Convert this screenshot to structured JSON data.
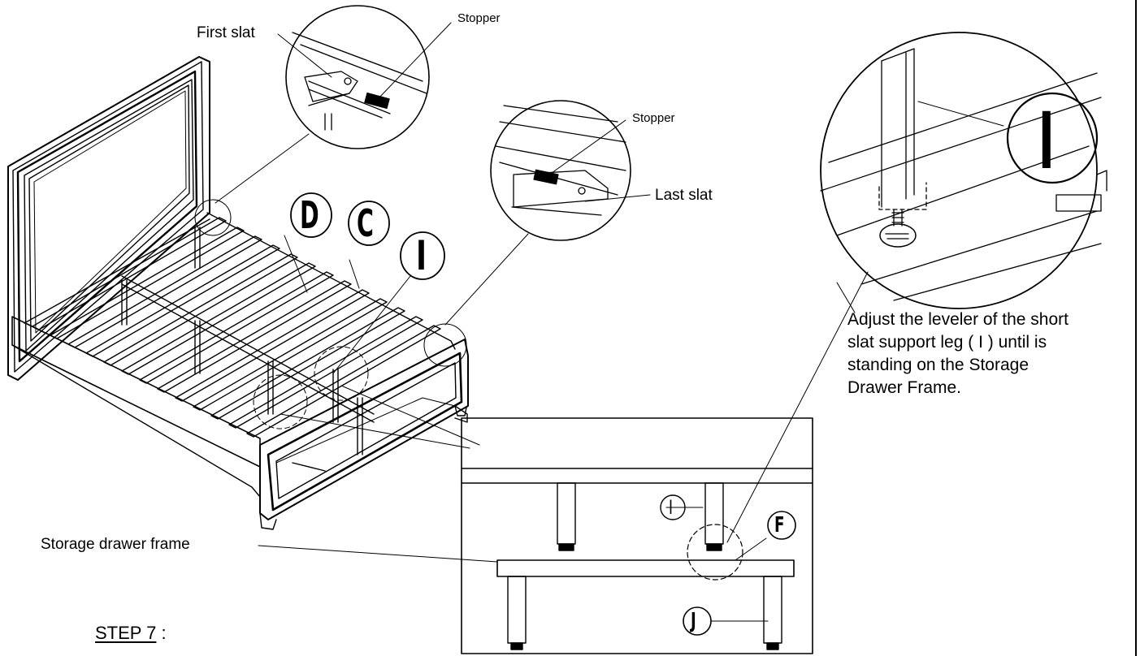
{
  "labels": {
    "first_slat": "First slat",
    "stopper_top": "Stopper",
    "stopper_right": "Stopper",
    "last_slat": "Last slat",
    "storage_drawer_frame": "Storage drawer frame"
  },
  "instruction": {
    "line1": "Adjust the leveler of the short",
    "line2": "slat support leg ( I ) until is",
    "line3": "standing on the Storage",
    "line4": "Drawer Frame."
  },
  "step": {
    "label": "STEP 7",
    "suffix": " :"
  },
  "parts": {
    "d": "D",
    "c": "C",
    "i_main": "I",
    "i_detail": "I",
    "i_zoom": "I",
    "f": "F",
    "j": "J"
  }
}
